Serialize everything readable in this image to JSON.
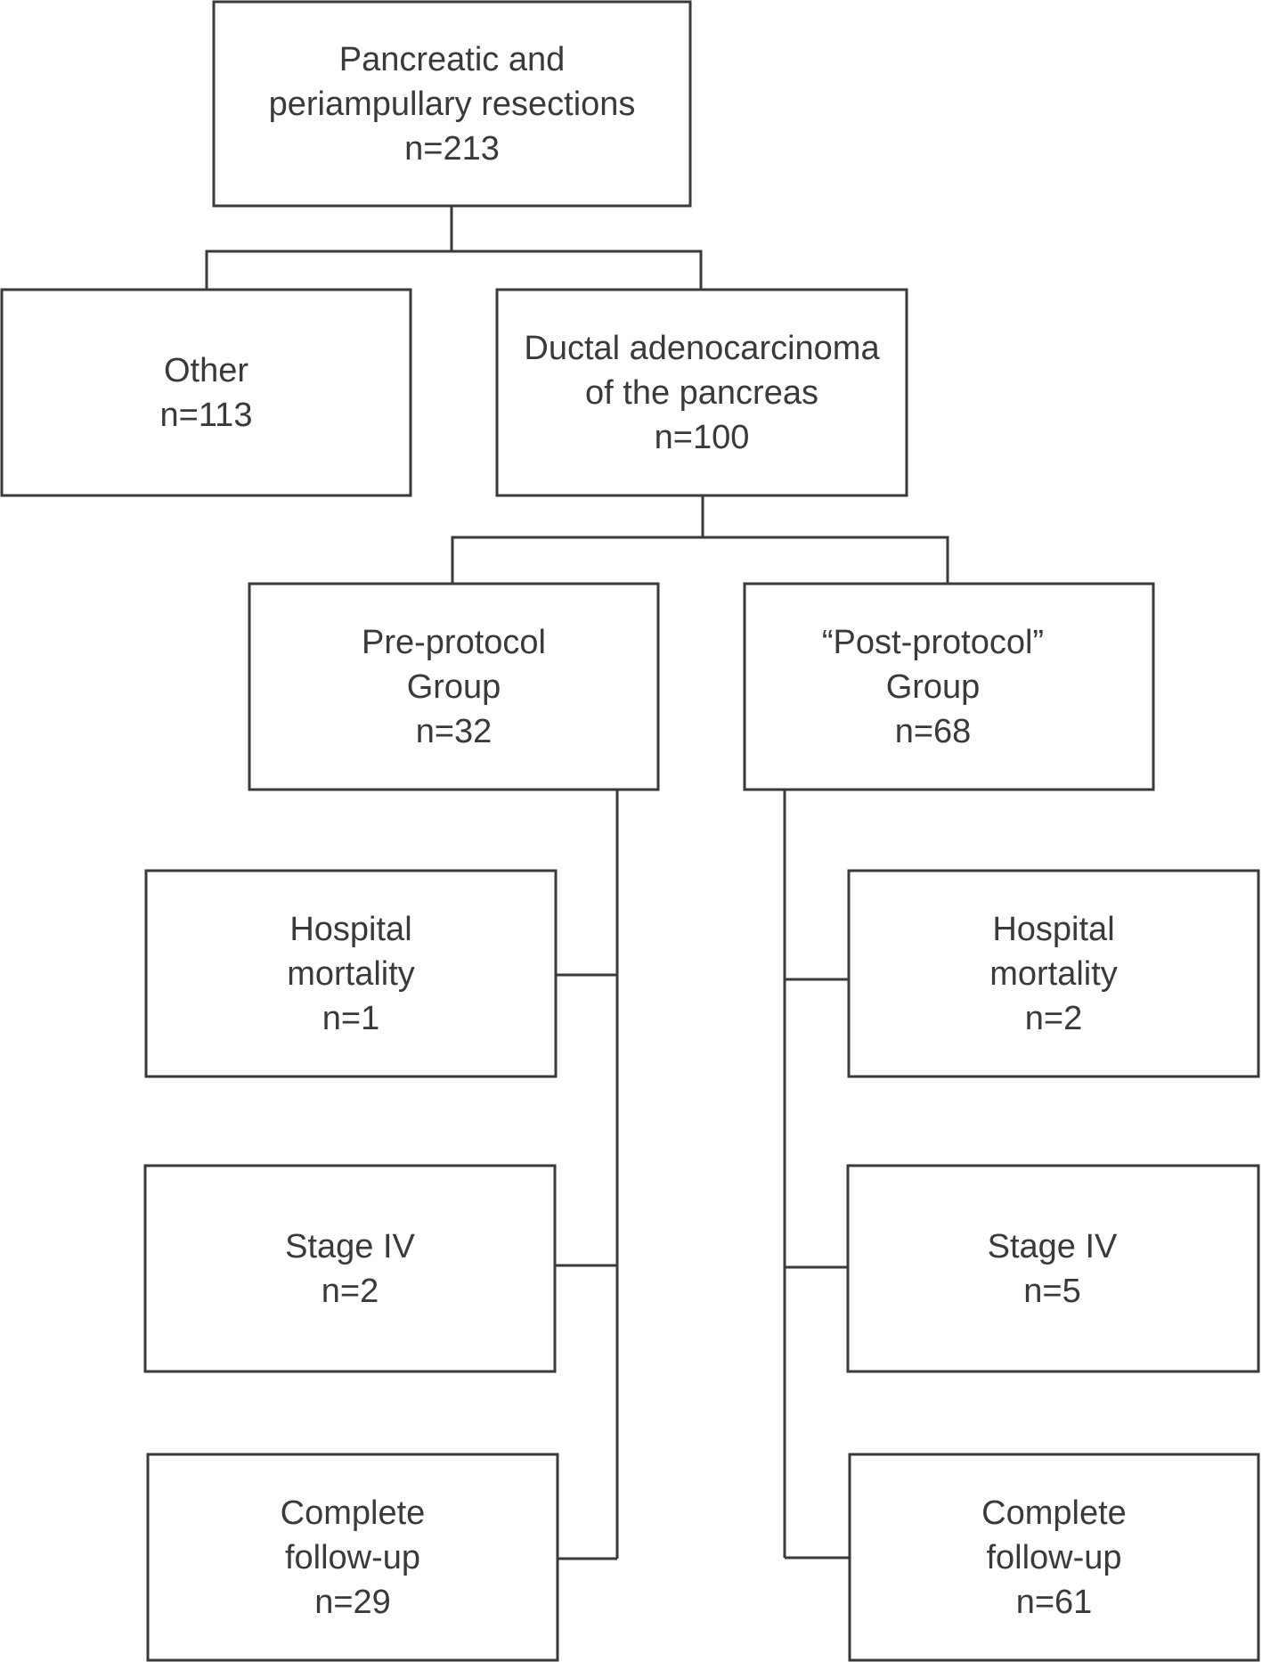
{
  "nodes": {
    "root": {
      "lines": [
        "Pancreatic and",
        "periampullary resections",
        "n=213"
      ]
    },
    "other": {
      "lines": [
        "Other",
        "n=113"
      ]
    },
    "ductal": {
      "lines": [
        "Ductal adenocarcinoma",
        "of the pancreas",
        "n=100"
      ]
    },
    "pre_group": {
      "lines": [
        "Pre-protocol",
        "Group",
        "n=32"
      ]
    },
    "post_group": {
      "lines": [
        "“Post-protocol”",
        "Group",
        "n=68"
      ]
    },
    "pre_mortality": {
      "lines": [
        "Hospital",
        "mortality",
        "n=1"
      ]
    },
    "pre_stage": {
      "lines": [
        "Stage IV",
        "n=2"
      ]
    },
    "pre_followup": {
      "lines": [
        "Complete",
        "follow-up",
        "n=29"
      ]
    },
    "post_mortality": {
      "lines": [
        "Hospital",
        "mortality",
        "n=2"
      ]
    },
    "post_stage": {
      "lines": [
        "Stage IV",
        "n=5"
      ]
    },
    "post_followup": {
      "lines": [
        "Complete",
        "follow-up",
        "n=61"
      ]
    }
  }
}
